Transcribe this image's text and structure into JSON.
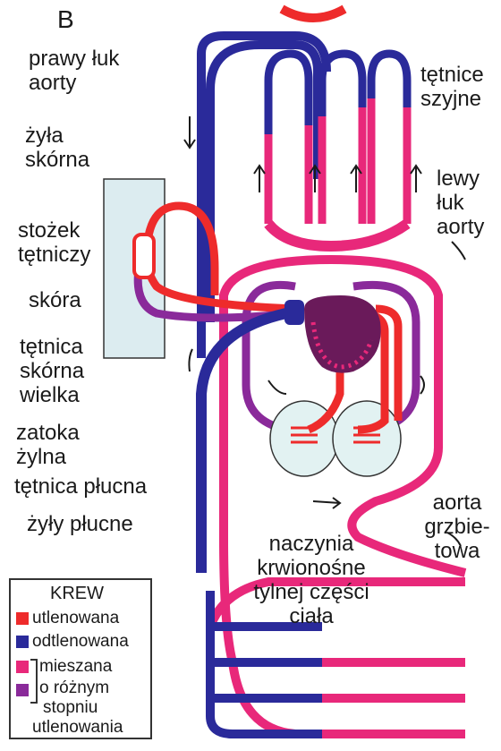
{
  "panel_letter": "B",
  "labels": {
    "prawy_luk_aorty": "prawy łuk\naorty",
    "tetnice_szyjne": "tętnice\nszyjne",
    "zyla_skorna": "żyła\nskórna",
    "lewy_luk_aorty": "lewy\nłuk\naorty",
    "stozek_tetniczy": "stożek\ntętniczy",
    "skora": "skóra",
    "tetnica_skorna_wielka": "tętnica\nskórna\nwielka",
    "zatoka_zylna": "zatoka\nżylna",
    "tetnica_plucna": "tętnica płucna",
    "zyly_plucne": "żyły płucne",
    "aorta_grzbietowa": "aorta\ngrzbie-\ntowa",
    "naczynia": "naczynia\nkrwionośne\ntylnej części\nciała"
  },
  "legend": {
    "title": "KREW",
    "oxygenated": "utlenowana",
    "deoxygenated": "odtlenowana",
    "mixed": "mieszana",
    "mixed_line2": "o różnym",
    "mixed_line3": "stopniu",
    "mixed_line4": "utlenowania"
  },
  "colors": {
    "oxygenated": "#ee2b2b",
    "deoxygenated": "#2a2a9a",
    "mixed_pink": "#e8287a",
    "mixed_purple": "#8a2a9a",
    "heart": "#6a1a5a",
    "skin_box": "#dcecf0",
    "lung": "#e2f2f2"
  }
}
